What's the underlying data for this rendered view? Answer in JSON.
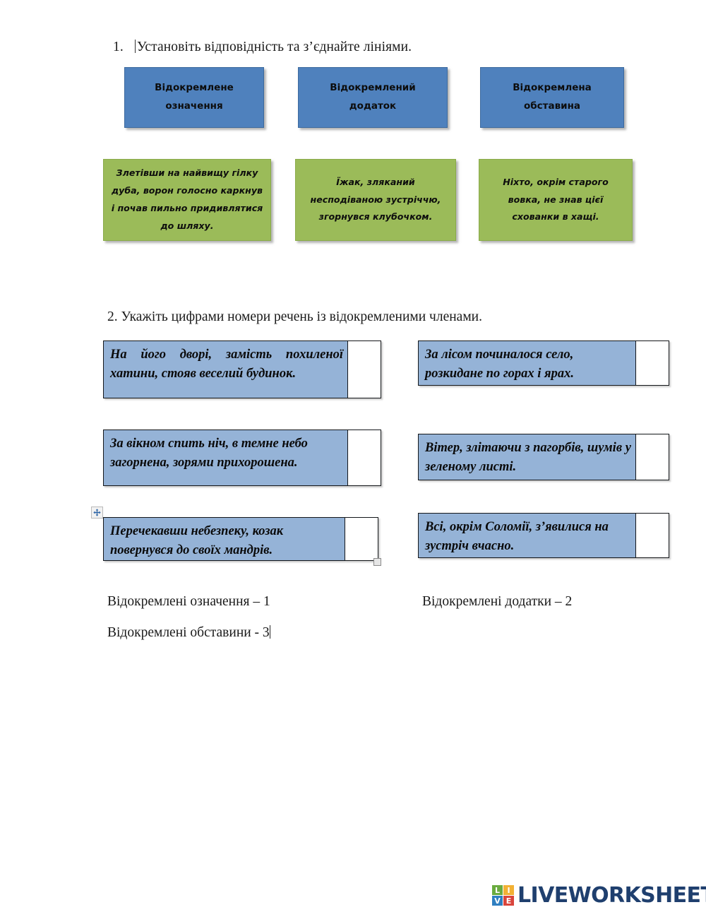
{
  "task1": {
    "number": "1.",
    "instruction": "Установіть відповідність та з’єднайте лініями.",
    "categories": [
      {
        "line1": "Відокремлене",
        "line2": "означення"
      },
      {
        "line1": "Відокремлений",
        "line2": "додаток"
      },
      {
        "line1": "Відокремлена",
        "line2": "обставина"
      }
    ],
    "sentences": [
      "Злетівши на найвищу гілку дуба, ворон голосно каркнув і почав пильно придивлятися до шляху.",
      "Їжак, зляканий несподіваною зустріччю, згорнувся клубочком.",
      "Ніхто, окрім старого вовка, не знав цієї схованки в хащі."
    ]
  },
  "task2": {
    "instruction": "2. Укажіть цифрами номери речень із відокремленими членами.",
    "items": [
      {
        "text": "На його дворі, замість похиленої хатини, стояв веселий будинок.",
        "answer": ""
      },
      {
        "text": "За лісом починалося село, розкидане по горах і ярах.",
        "answer": ""
      },
      {
        "text": "За вікном спить ніч, в темне небо загорнена, зорями прихорошена.",
        "answer": ""
      },
      {
        "text": "Вітер, злітаючи з пагорбів, шумів у зеленому листі.",
        "answer": ""
      },
      {
        "text": "Перечекавши небезпеку, козак повернувся до своїх мандрів.",
        "answer": ""
      },
      {
        "text": "Всі, окрім Соломії, з’явилися на зустріч вчасно.",
        "answer": ""
      }
    ],
    "legend": [
      "Відокремлені означення – 1",
      "Відокремлені додатки – 2",
      "Відокремлені обставини - 3"
    ]
  },
  "footer": {
    "brand": "LIVEWORKSHEETS",
    "mark_letters": [
      "LI",
      "VE",
      "L",
      "I",
      "V",
      "E"
    ]
  },
  "colors": {
    "category_blue": "#4F81BD",
    "sentence_green": "#9BBB59",
    "exercise_blue": "#95B3D7",
    "logo_navy": "#1F3F6E",
    "logo_green": "#6AAB3F",
    "logo_yellow": "#F2B134",
    "logo_blue": "#2F7FC1",
    "logo_red": "#D9453C"
  }
}
